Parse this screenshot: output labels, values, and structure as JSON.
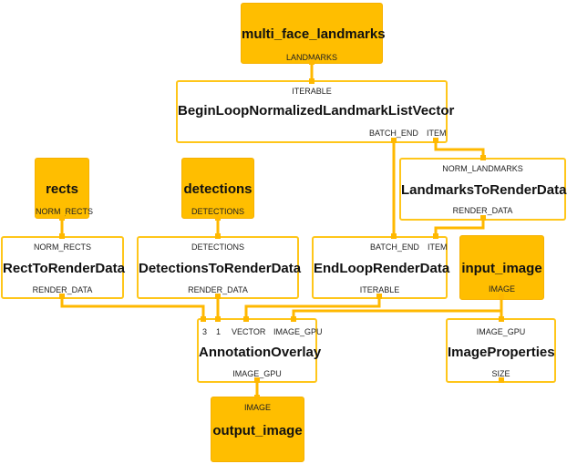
{
  "colors": {
    "input_output_node": "#ffbe00",
    "calculator_border": "#ffc61a",
    "edge": "#ffb800"
  },
  "nodes": {
    "multi_face_landmarks": {
      "title": "multi_face_landmarks",
      "out": "LANDMARKS"
    },
    "begin_loop": {
      "title": "BeginLoopNormalizedLandmarkListVector",
      "in": "ITERABLE",
      "out_batch_end": "BATCH_END",
      "out_item": "ITEM"
    },
    "landmarks_to_render": {
      "title": "LandmarksToRenderData",
      "in": "NORM_LANDMARKS",
      "out": "RENDER_DATA"
    },
    "rects": {
      "title": "rects",
      "out": "NORM_RECTS"
    },
    "detections": {
      "title": "detections",
      "out": "DETECTIONS"
    },
    "rect_to_render": {
      "title": "RectToRenderData",
      "in": "NORM_RECTS",
      "out": "RENDER_DATA"
    },
    "detections_to_render": {
      "title": "DetectionsToRenderData",
      "in": "DETECTIONS",
      "out": "RENDER_DATA"
    },
    "end_loop": {
      "title": "EndLoopRenderData",
      "in_batch_end": "BATCH_END",
      "in_item": "ITEM",
      "out": "ITERABLE"
    },
    "input_image": {
      "title": "input_image",
      "out": "IMAGE"
    },
    "annotation_overlay": {
      "title": "AnnotationOverlay",
      "in_3": "3",
      "in_1": "1",
      "in_vector": "VECTOR",
      "in_image_gpu": "IMAGE_GPU",
      "out": "IMAGE_GPU"
    },
    "image_properties": {
      "title": "ImageProperties",
      "in": "IMAGE_GPU",
      "out": "SIZE"
    },
    "output_image": {
      "title": "output_image",
      "in": "IMAGE"
    }
  }
}
